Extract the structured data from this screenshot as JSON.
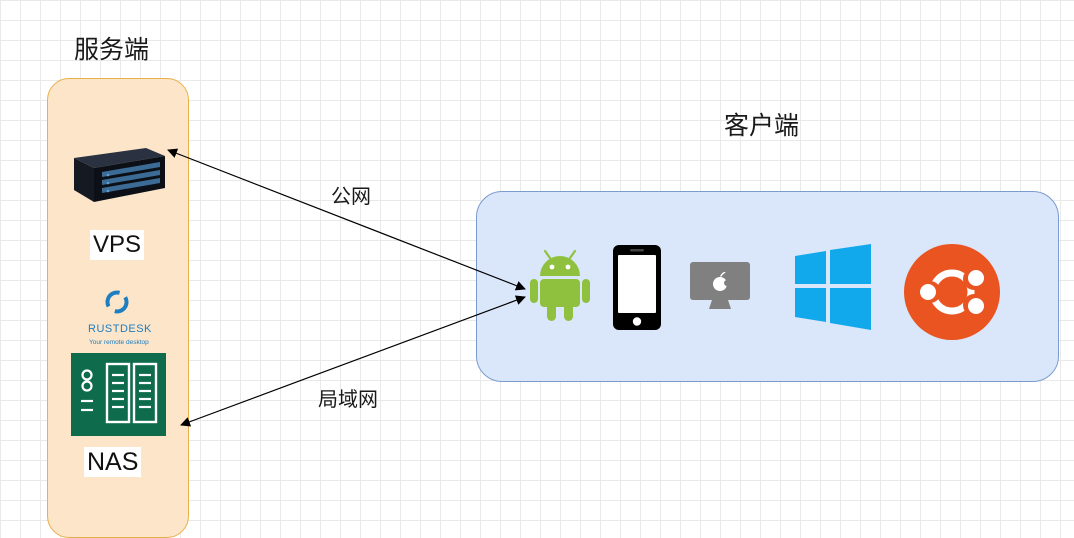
{
  "server": {
    "title": "服务端",
    "vps_label": "VPS",
    "nas_label": "NAS",
    "rustdesk": {
      "name": "RUSTDESK",
      "tagline": "Your remote desktop"
    },
    "colors": {
      "panel": "#fce5c9",
      "border": "#e8b04a"
    }
  },
  "client": {
    "title": "客户端",
    "devices": [
      "android-icon",
      "phone-icon",
      "mac-monitor-icon",
      "windows-icon",
      "ubuntu-icon"
    ],
    "colors": {
      "panel": "#dae6f9",
      "border": "#7a9ccd"
    }
  },
  "links": {
    "public": "公网",
    "lan": "局域网"
  }
}
